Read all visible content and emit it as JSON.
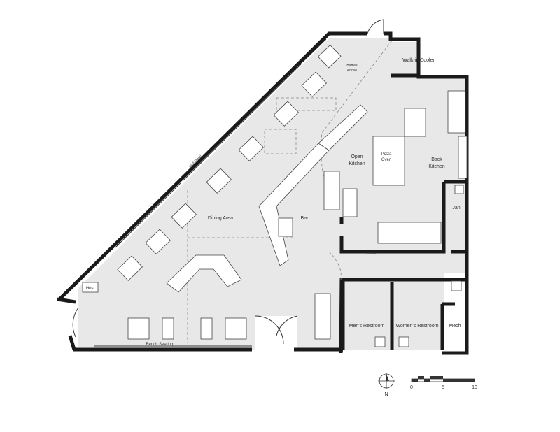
{
  "rooms": {
    "walk_in_cooler": "Walk-in Cooler",
    "baffles": [
      "Baffles",
      "Above"
    ],
    "wall_mural": "Wall Mural",
    "open_kitchen": [
      "Open",
      "Kitchen"
    ],
    "pizza_oven": [
      "Pizza",
      "Oven"
    ],
    "back_kitchen": [
      "Back",
      "Kitchen"
    ],
    "dining_area": "Dining Area",
    "bar": "Bar",
    "jan": "Jan",
    "host": "Host",
    "mens_restroom": "Men's Restroom",
    "womens_restroom": "Women's Restroom",
    "mech": "Mech",
    "bench_seating": "Bench Seating",
    "partition": "partition"
  },
  "legend": {
    "north": "N",
    "scale_ticks": [
      "0",
      "5",
      "10"
    ]
  },
  "colors": {
    "floor": "#e8e8e8",
    "wall": "#1a1a1a",
    "furniture": "#ffffff"
  }
}
